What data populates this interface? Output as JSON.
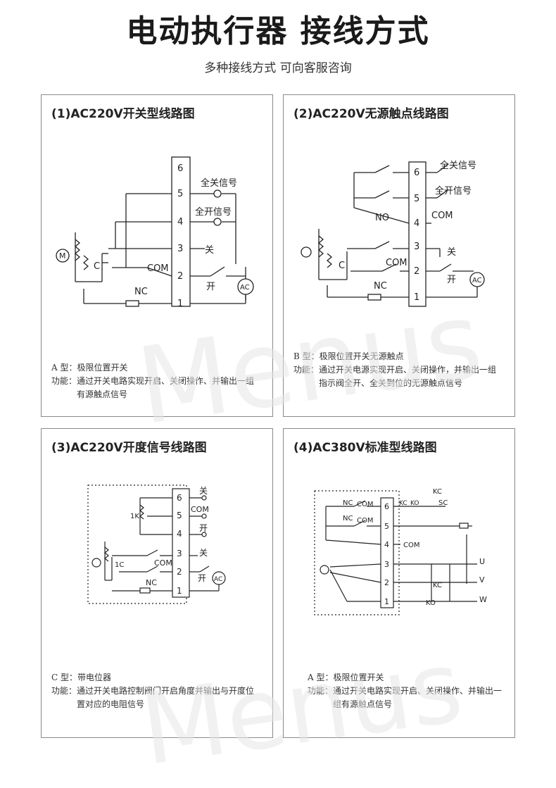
{
  "header": {
    "title": "电动执行器 接线方式",
    "subtitle": "多种接线方式 可向客服咨询"
  },
  "panels": [
    {
      "title": "(1)AC220V开关型线路图",
      "labels": {
        "t6": "6",
        "t5": "5",
        "t4": "4",
        "t3": "3",
        "t2": "2",
        "t1": "1",
        "full_close": "全关信号",
        "full_open": "全开信号",
        "close": "关",
        "open": "开",
        "com": "COM",
        "nc": "NC",
        "c": "C",
        "m": "M",
        "ac": "AC"
      },
      "notes": [
        {
          "label": "A 型：",
          "text": "极限位置开关"
        },
        {
          "label": "功能：",
          "text": "通过开关电路实现开启、关闭操作、并输出一组有源触点信号"
        }
      ]
    },
    {
      "title": "(2)AC220V无源触点线路图",
      "labels": {
        "t6": "6",
        "t5": "5",
        "t4": "4",
        "t3": "3",
        "t2": "2",
        "t1": "1",
        "full_close": "全关信号",
        "full_open": "全开信号",
        "no": "NO",
        "com": "COM",
        "com2": "COM",
        "close": "关",
        "open": "开",
        "nc": "NC",
        "c": "C",
        "ac": "AC"
      },
      "notes": [
        {
          "label": "B 型：",
          "text": "极限位置开关无源触点"
        },
        {
          "label": "功能：",
          "text": "通过开关电源实现开启、关闭操作，并输出一组指示阀全开、全关到位的无源触点信号"
        }
      ]
    },
    {
      "title": "(3)AC220V开度信号线路图",
      "labels": {
        "t6": "6",
        "t5": "5",
        "t4": "4",
        "t3": "3",
        "t2": "2",
        "t1": "1",
        "close": "关",
        "com": "COM",
        "open": "开",
        "close2": "关",
        "open2": "开",
        "com2": "COM",
        "nc": "NC",
        "r1k": "1K",
        "c1": "1C",
        "ac": "AC"
      },
      "notes": [
        {
          "label": "C 型：",
          "text": "带电位器"
        },
        {
          "label": "功能：",
          "text": "通过开关电路控制阀门开启角度并输出与开度位置对应的电阻信号"
        }
      ]
    },
    {
      "title": "(4)AC380V标准型线路图",
      "labels": {
        "t6": "6",
        "t5": "5",
        "t4": "4",
        "t3": "3",
        "t2": "2",
        "t1": "1",
        "nc1": "NC",
        "com1": "COM",
        "nc2": "NC",
        "com2": "COM",
        "com3": "COM",
        "kc": "KC",
        "ko": "KO",
        "sc": "SC",
        "u": "U",
        "v": "V",
        "w": "W"
      },
      "notes": [
        {
          "label": "A 型：",
          "text": "极限位置开关"
        },
        {
          "label": "功能：",
          "text": "通过开关电路实现开启、关闭操作、并输出一组有源触点信号"
        }
      ]
    }
  ],
  "watermark": "Menus"
}
